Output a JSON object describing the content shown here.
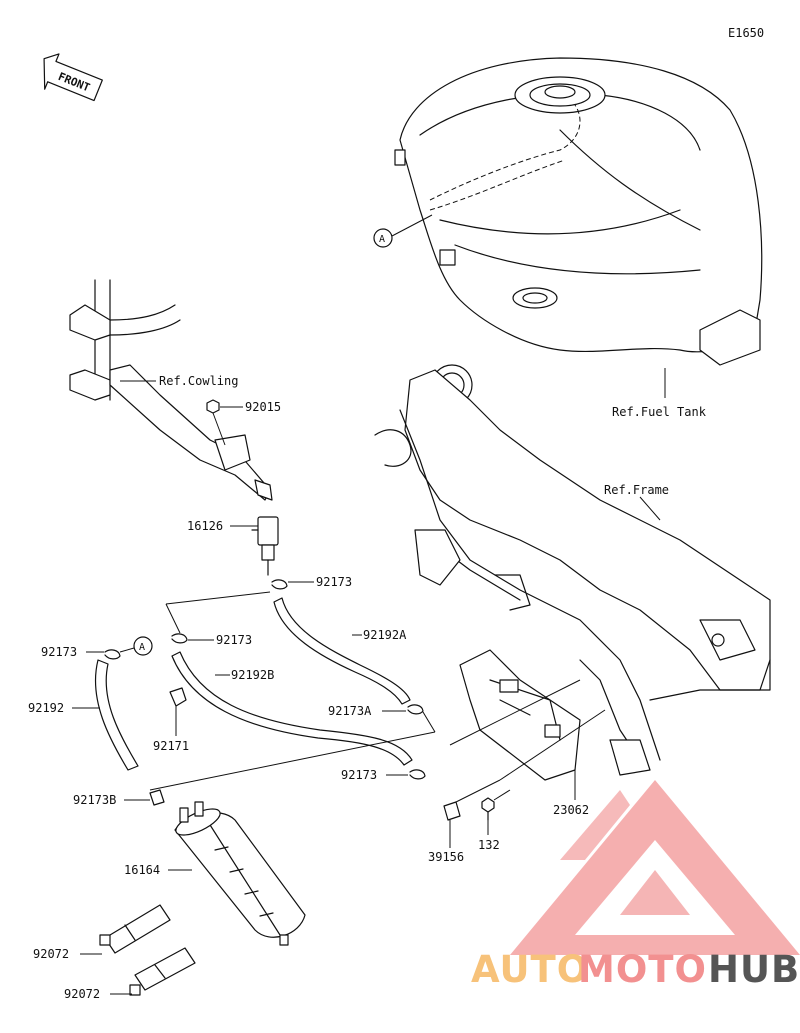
{
  "diagram_code": "E1650",
  "front_label": "FRONT",
  "refs": {
    "fuel_tank": "Ref.Fuel Tank",
    "frame": "Ref.Frame",
    "cowling": "Ref.Cowling"
  },
  "callout_a": "A",
  "parts": {
    "p92015": "92015",
    "p16126": "16126",
    "p92173_top": "92173",
    "p92173_mid": "92173",
    "p92173_left": "92173",
    "p92192A": "92192A",
    "p92192B": "92192B",
    "p92192": "92192",
    "p92171": "92171",
    "p92173A": "92173A",
    "p92173_bot": "92173",
    "p92173B": "92173B",
    "p16164": "16164",
    "p92072_a": "92072",
    "p92072_b": "92072",
    "p23062": "23062",
    "p39156": "39156",
    "p132": "132"
  },
  "watermark": {
    "part1": "AUTO",
    "part2": "MOTO",
    "part3": "HUB",
    "color1": "#f7c27a",
    "color2": "#f29090",
    "color3": "#555555"
  }
}
